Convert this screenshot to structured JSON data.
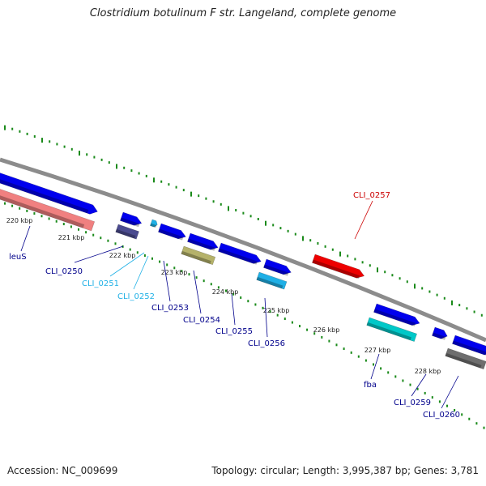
{
  "title": "Clostridium botulinum F str. Langeland, complete genome",
  "footer": {
    "accession": "Accession: NC_009699",
    "stats": "Topology: circular; Length: 3,995,387 bp; Genes: 3,781"
  },
  "colors": {
    "backbone": "#8c8c8c",
    "tick": "#1a8a1a",
    "label_default": "#00008b",
    "label_cyan": "#1fb0e6",
    "label_red": "#cc0000"
  },
  "ticks": [
    {
      "label": "220 kbp"
    },
    {
      "label": "221 kbp"
    },
    {
      "label": "222 kbp"
    },
    {
      "label": "223 kbp"
    },
    {
      "label": "224 kbp"
    },
    {
      "label": "225 kbp"
    },
    {
      "label": "226 kbp"
    },
    {
      "label": "227 kbp"
    },
    {
      "label": "228 kbp"
    }
  ],
  "features": [
    {
      "name": "leuS-rrna",
      "color": "#f08080"
    },
    {
      "name": "leuS-gene",
      "color": "#0000ee"
    },
    {
      "name": "CLI_0250-gene",
      "color": "#0000ee"
    },
    {
      "name": "CLI_0250-cds",
      "color": "#4b4b8f"
    },
    {
      "name": "CLI_0251",
      "color": "#1fb0e6"
    },
    {
      "name": "CLI_0253",
      "color": "#0000ee"
    },
    {
      "name": "CLI_0254-gene",
      "color": "#0000ee"
    },
    {
      "name": "CLI_0254-cds",
      "color": "#b5b26a"
    },
    {
      "name": "CLI_0255",
      "color": "#0000ee"
    },
    {
      "name": "CLI_0256-gene",
      "color": "#0000ee"
    },
    {
      "name": "CLI_0256-cds",
      "color": "#1fb0e6"
    },
    {
      "name": "CLI_0257",
      "color": "#ee0000"
    },
    {
      "name": "fba-gene",
      "color": "#0000ee"
    },
    {
      "name": "fba-cds",
      "color": "#00c8c8"
    },
    {
      "name": "CLI_0259",
      "color": "#0000ee"
    },
    {
      "name": "CLI_0260-gene",
      "color": "#0000ee"
    },
    {
      "name": "CLI_0260-cds",
      "color": "#6e6e6e"
    }
  ],
  "labels": [
    {
      "text": "leuS",
      "color": "#00008b"
    },
    {
      "text": "CLI_0250",
      "color": "#00008b"
    },
    {
      "text": "CLI_0251",
      "color": "#1fb0e6"
    },
    {
      "text": "CLI_0252",
      "color": "#1fb0e6"
    },
    {
      "text": "CLI_0253",
      "color": "#00008b"
    },
    {
      "text": "CLI_0254",
      "color": "#00008b"
    },
    {
      "text": "CLI_0255",
      "color": "#00008b"
    },
    {
      "text": "CLI_0256",
      "color": "#00008b"
    },
    {
      "text": "CLI_0257",
      "color": "#cc0000"
    },
    {
      "text": "fba",
      "color": "#00008b"
    },
    {
      "text": "CLI_0259",
      "color": "#00008b"
    },
    {
      "text": "CLI_0260",
      "color": "#00008b"
    }
  ]
}
